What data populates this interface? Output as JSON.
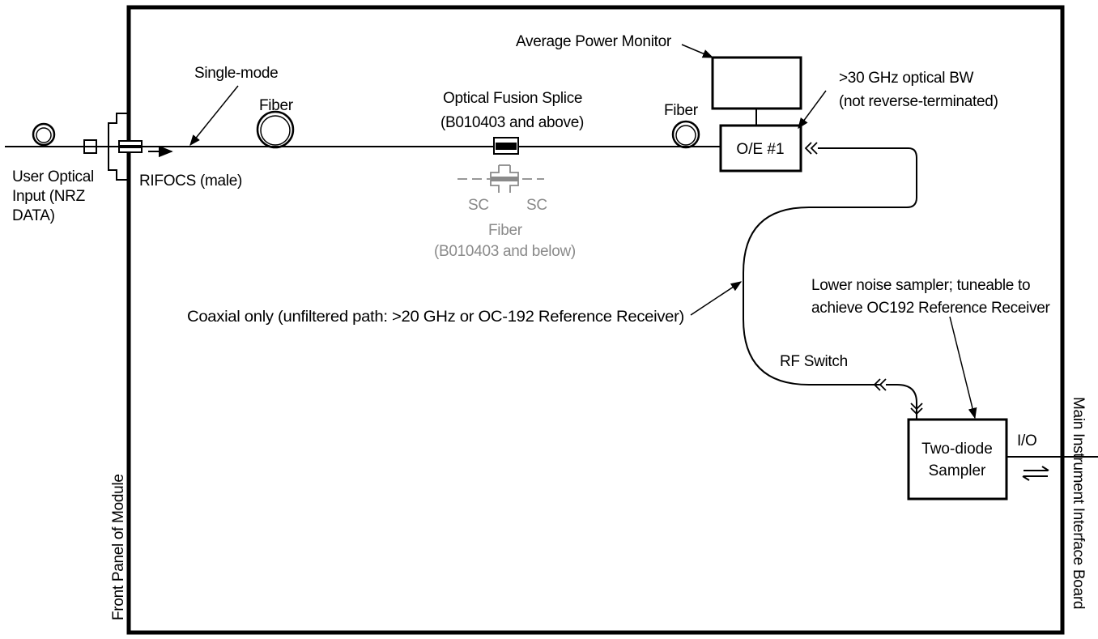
{
  "labels": {
    "user_input": [
      "User Optical",
      "Input (NRZ",
      "DATA)"
    ],
    "rifocs": "RIFOCS (male)",
    "single_mode": "Single-mode",
    "fiber_1": "Fiber",
    "splice_title": "Optical Fusion Splice",
    "splice_range": "(B010403 and above)",
    "sc_left": "SC",
    "sc_right": "SC",
    "fiber_gray": "Fiber",
    "fiber_gray_range": "(B010403 and below)",
    "fiber_2": "Fiber",
    "avg_power": "Average Power Monitor",
    "oe_bw_1": ">30 GHz optical BW",
    "oe_bw_2": "(not reverse-terminated)",
    "oe_box": "O/E #1",
    "coax": "Coaxial only (unfiltered path: >20 GHz or OC-192 Reference Receiver)",
    "sampler_note_1": "Lower noise sampler; tuneable to",
    "sampler_note_2": "achieve OC192 Reference Receiver",
    "rf_switch": "RF Switch",
    "sampler_box_1": "Two-diode",
    "sampler_box_2": "Sampler",
    "io": "I/O",
    "front_panel": "Front Panel of Module",
    "main_board": "Main Instrument Interface Board"
  },
  "colors": {
    "line": "#000000",
    "legacy": "#8a8a8a"
  }
}
